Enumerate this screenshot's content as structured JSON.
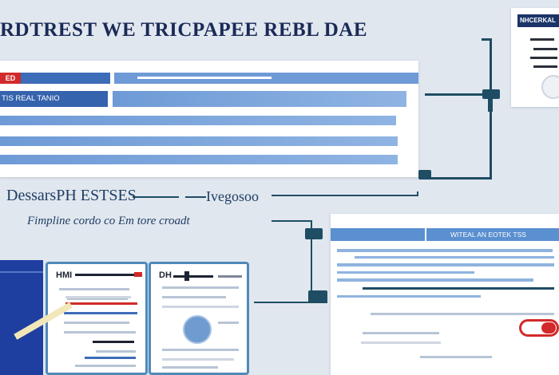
{
  "title": "RDTREST WE TRICPAPEE REBL DAE",
  "top_panel": {
    "tag": "ED",
    "row_label": "TIS REAL TANIO"
  },
  "card_top": {
    "title": "NHCERKAL"
  },
  "mid": {
    "line1_left": "DessarsPH ESTSES",
    "line1_right": "Ivegosoo",
    "line2": "Fimpline cordo co Em tore croadt"
  },
  "docs": [
    {
      "title": "HMI"
    },
    {
      "title": "DH"
    }
  ],
  "bottom_panel": {
    "header": "WITEAL AN EOTEK TSS"
  },
  "colors": {
    "navy": "#1a2a57",
    "accent_blue": "#3563ad",
    "light_blue": "#8fb4e3",
    "red": "#d22a2a",
    "connector": "#1f4d63"
  },
  "icons": [
    "pen-icon",
    "chart-circle-icon",
    "toggle-icon",
    "pin-icon"
  ]
}
